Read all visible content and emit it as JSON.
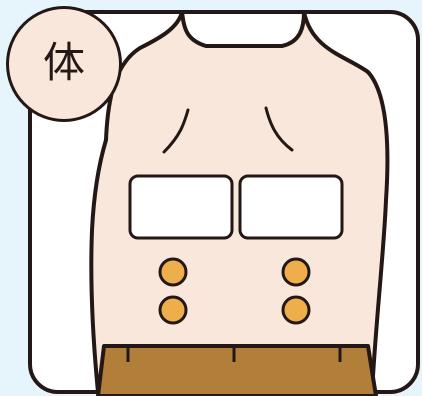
{
  "badge": {
    "label": "体"
  },
  "colors": {
    "background": "#e6f4fb",
    "frame_fill": "#ffffff",
    "outline": "#231815",
    "skin": "#f9e7dc",
    "patch": "#ffffff",
    "dot": "#eeae4c",
    "pants": "#b27f3a"
  },
  "illustration": {
    "subject": "back-of-torso",
    "rectangular_patch_count": 2,
    "round_dot_count": 4
  }
}
